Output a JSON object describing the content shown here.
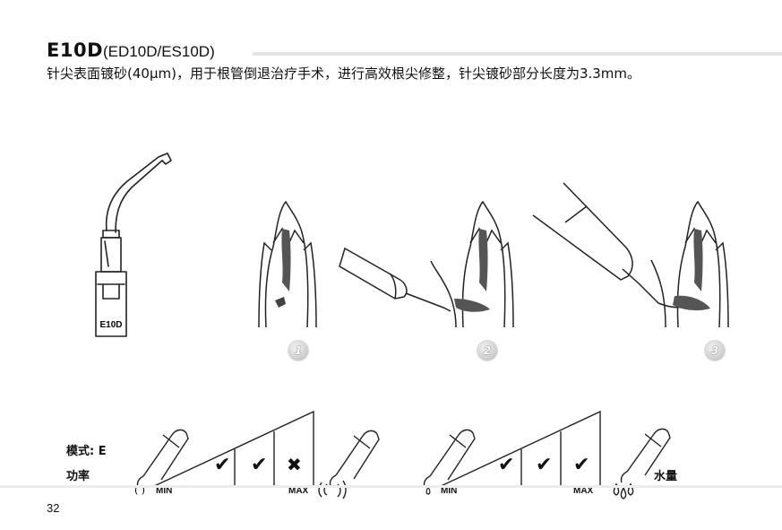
{
  "header": {
    "model": "E10D",
    "variants": "(ED10D/ES10D)",
    "description": "针尖表面镀砂(40μm)，用于根管倒退治疗手术，进行高效根尖修整，针尖镀砂部分长度为3.3mm。"
  },
  "tip": {
    "engraving": "E10D"
  },
  "steps": [
    "1",
    "2",
    "3"
  ],
  "power_panel": {
    "mode_label": "模式: E",
    "power_label": "功率",
    "min_label": "MIN",
    "max_label": "MAX",
    "levels": [
      {
        "status": "check",
        "icon": "check-icon"
      },
      {
        "status": "check",
        "icon": "check-icon"
      },
      {
        "status": "cross",
        "icon": "cross-icon"
      }
    ]
  },
  "water_panel": {
    "water_label": "水量",
    "min_label": "MIN",
    "max_label": "MAX",
    "levels": [
      {
        "status": "check",
        "icon": "check-icon"
      },
      {
        "status": "check",
        "icon": "check-icon"
      },
      {
        "status": "check",
        "icon": "check-icon"
      }
    ]
  },
  "page_number": "32",
  "colors": {
    "tooth_dark": "#555555",
    "rule_gray": "#e3e3e3"
  }
}
